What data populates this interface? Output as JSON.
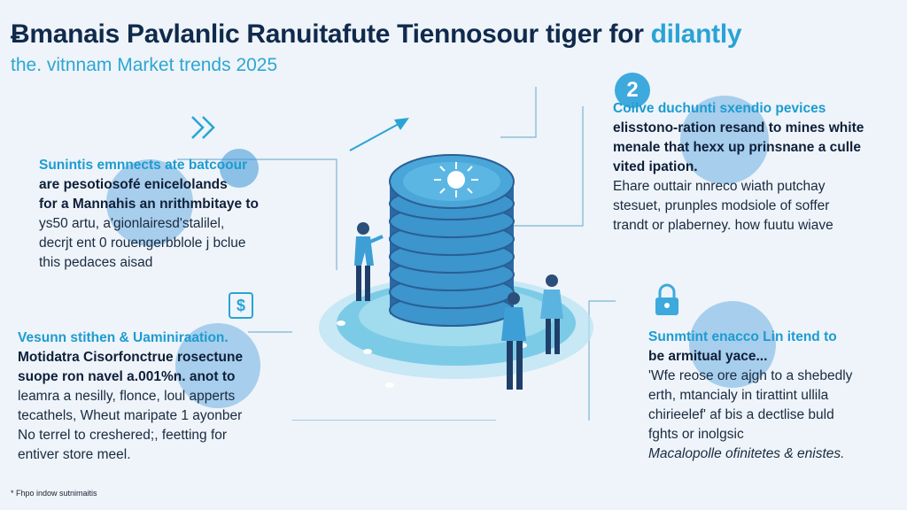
{
  "header": {
    "title_main": "Ƀmanais Pavlanlic Ranuitafute Tiennosour tiger for",
    "title_accent": "dilantly",
    "subtitle": "the. vitnnam Market trends 2025"
  },
  "left_top": {
    "lines": [
      "Sunintis emnnects ate batcoour",
      "are pesotiosofé enicelolands",
      "for a Mannahis an nrithmbitaye to",
      "ys50 artu, a'gionlairesd'stalilel,",
      "decrjt ent 0 rouengerbblole j bclue",
      "this pedaces aisad"
    ]
  },
  "left_bottom": {
    "lines": [
      "Vesunn stithen & Uaminiraation.",
      "Motidatra Cisorfonctrue rosectune",
      "suope ron navel a.001%n. anot to",
      "leamra a nesilly, flonce, loul apperts",
      "tecathels, Wheut maripate 1 ayonber",
      "No terrel to creshered;, feetting for",
      "entiver store meel."
    ]
  },
  "right_top": {
    "badge": "2",
    "lines": [
      "Coilve duchunti sxendio pevices",
      "elisstono-ration resand to mines white",
      "menale that hexx up prinsnane a culle",
      "vited ipation.",
      "Ehare outtair nnreco wiath putchay",
      "stesuet, prunples modsiole of soffer",
      "trandt or plaberney. how fuutu wiave"
    ]
  },
  "right_bottom": {
    "lines": [
      "Sunmtint enacco Lin itend to",
      "be armitual yace...",
      "'Wfe reose ore ajgh to a shebedly",
      "erth, mtancialy in tirattint ullila",
      "chirieelef' af bis a dectlise buld",
      "fghts or inolgsic",
      "Macalopolle ofinitetes & enistes."
    ]
  },
  "footnote": "* Fhpo indow sutnimaitis",
  "colors": {
    "accent": "#2aa3d6",
    "navy": "#102a4c",
    "disk": "#3c95cc",
    "disk_dark": "#2c6aa6",
    "platform": "#7ccbe6",
    "background": "#eef4f9"
  },
  "icons": [
    "double-chevron-right-icon",
    "arrow-up-right-icon",
    "dollar-icon",
    "lock-icon",
    "database-stack-icon"
  ]
}
